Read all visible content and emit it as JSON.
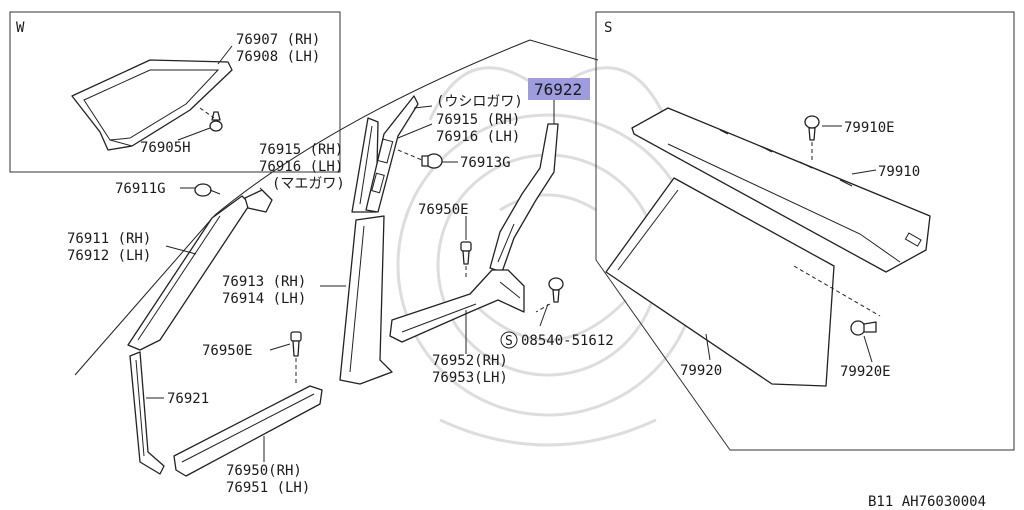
{
  "views": {
    "w_title": "W",
    "s_title": "S"
  },
  "labels": {
    "p76907": "76907 (RH)",
    "p76908": "76908 (LH)",
    "p76905h": "76905H",
    "p76911g": "76911G",
    "p76911": "76911 (RH)",
    "p76912": "76912 (LH)",
    "p76915a": "76915 (RH)",
    "p76916a": "76916 (LH)",
    "maegawa": "(マエガワ)",
    "ushirogawa": "(ウシロガワ)",
    "p76915b": "76915 (RH)",
    "p76916b": "76916 (LH)",
    "p76913g": "76913G",
    "p76922": "76922",
    "p76950e_a": "76950E",
    "p76913": "76913 (RH)",
    "p76914": "76914 (LH)",
    "p76950e_b": "76950E",
    "p76921": "76921",
    "p76950": "76950(RH)",
    "p76951": "76951 (LH)",
    "p76952": "76952(RH)",
    "p76953": "76953(LH)",
    "screw_s": "S",
    "p08540": "08540-51612",
    "p79910e": "79910E",
    "p79910": "79910",
    "p79920": "79920",
    "p79920e": "79920E"
  },
  "footer": {
    "code": "B11  AH76030004"
  },
  "colors": {
    "highlight": "#9c9cde",
    "line": "#222222"
  }
}
